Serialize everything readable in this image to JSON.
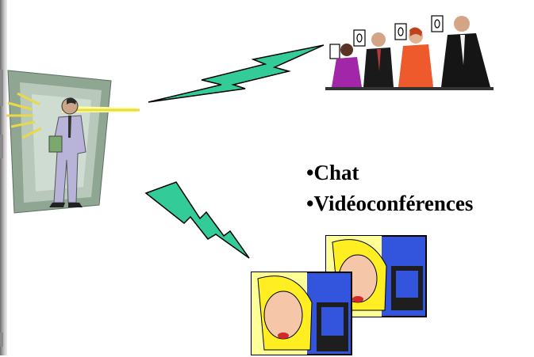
{
  "slide": {
    "bullets": [
      {
        "text": "•Chat"
      },
      {
        "text": "•Vidéoconférences"
      }
    ]
  },
  "colors": {
    "bolt_fill": "#33cc99",
    "bolt_stroke": "#000000",
    "screen_blue": "#3355dd",
    "hair_yellow": "#ffee22",
    "light_yellow": "#ffff99"
  },
  "icons": [
    "left-edge-decoration",
    "spotlight-man-icon",
    "audience-panel-icon",
    "lightning-bolt-icon",
    "videoconference-woman-icon"
  ]
}
